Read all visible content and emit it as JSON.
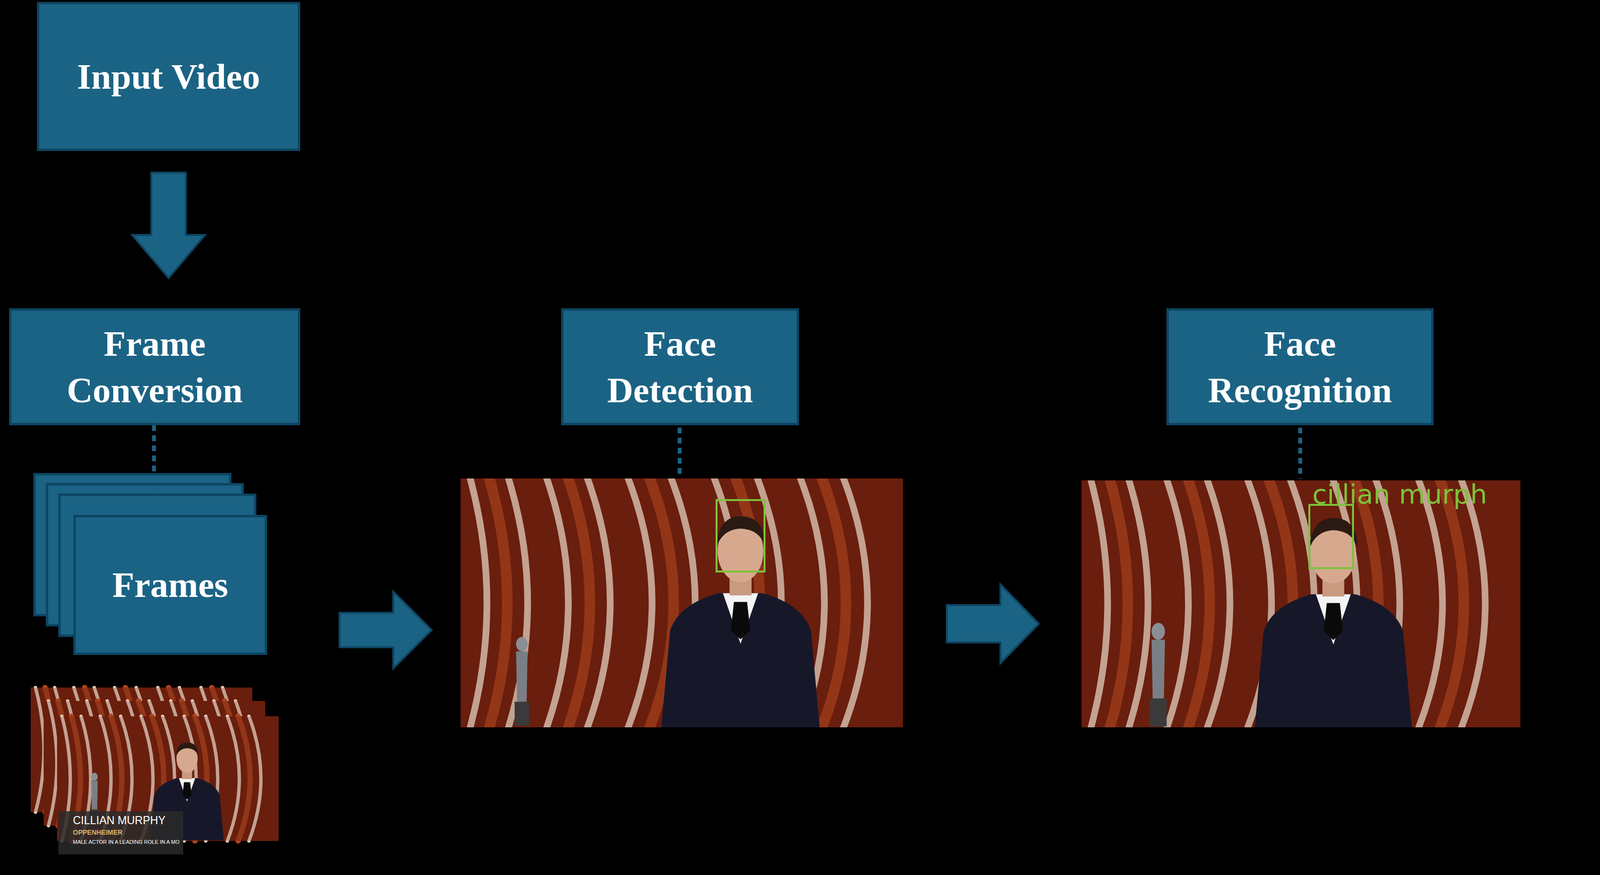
{
  "diagram": {
    "nodes": [
      {
        "text": [
          "Input Video"
        ]
      },
      {
        "text": [
          "Frame Conversion"
        ]
      },
      {
        "text": [
          "Frames"
        ]
      },
      {
        "text": [
          "Face Detection"
        ]
      },
      {
        "text": [
          "Face Recognition"
        ]
      }
    ],
    "edges": [
      {
        "from": 0,
        "to": 1,
        "arrow": "to"
      },
      {
        "from": 1,
        "to": 2,
        "arrow": "none"
      }
    ],
    "labels": [
      "CILLIAN MURPHY",
      "OPPENHEIMER",
      "MALE ACTOR IN A LEADING ROLE IN A MO",
      "cillian murph"
    ]
  }
}
